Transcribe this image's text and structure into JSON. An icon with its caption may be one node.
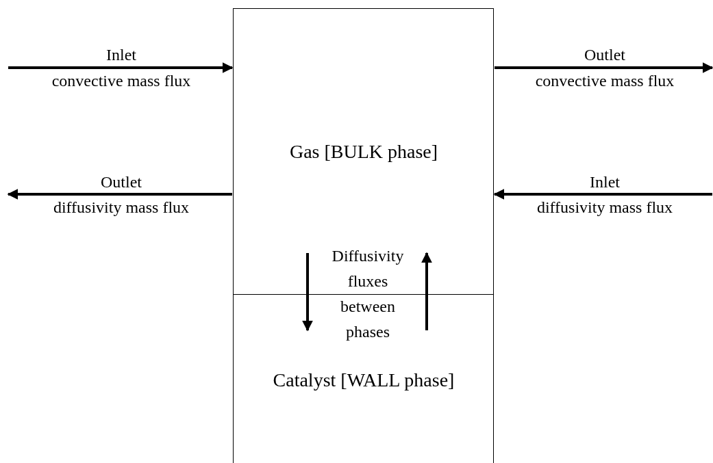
{
  "diagram": {
    "nodes": [
      {
        "text": [
          "Gas [BULK phase]"
        ]
      },
      {
        "text": [
          "Catalyst [WALL phase]"
        ]
      }
    ],
    "edges": [
      {
        "from": null,
        "to": 0,
        "arrow": "to",
        "label": "Inlet"
      },
      {
        "from": 0,
        "to": null,
        "arrow": "to",
        "label": "Outlet"
      },
      {
        "from": 0,
        "to": null,
        "arrow": "to",
        "label": "Outlet"
      },
      {
        "from": null,
        "to": 0,
        "arrow": "to",
        "label": "Inlet"
      },
      {
        "from": 0,
        "to": 1,
        "arrow": "to"
      },
      {
        "from": 1,
        "to": 0,
        "arrow": "to"
      }
    ],
    "labels": [
      "convective mass flux",
      "convective mass flux",
      "diffusivity mass flux",
      "diffusivity mass flux",
      "Diffusivity fluxes between phases"
    ]
  }
}
